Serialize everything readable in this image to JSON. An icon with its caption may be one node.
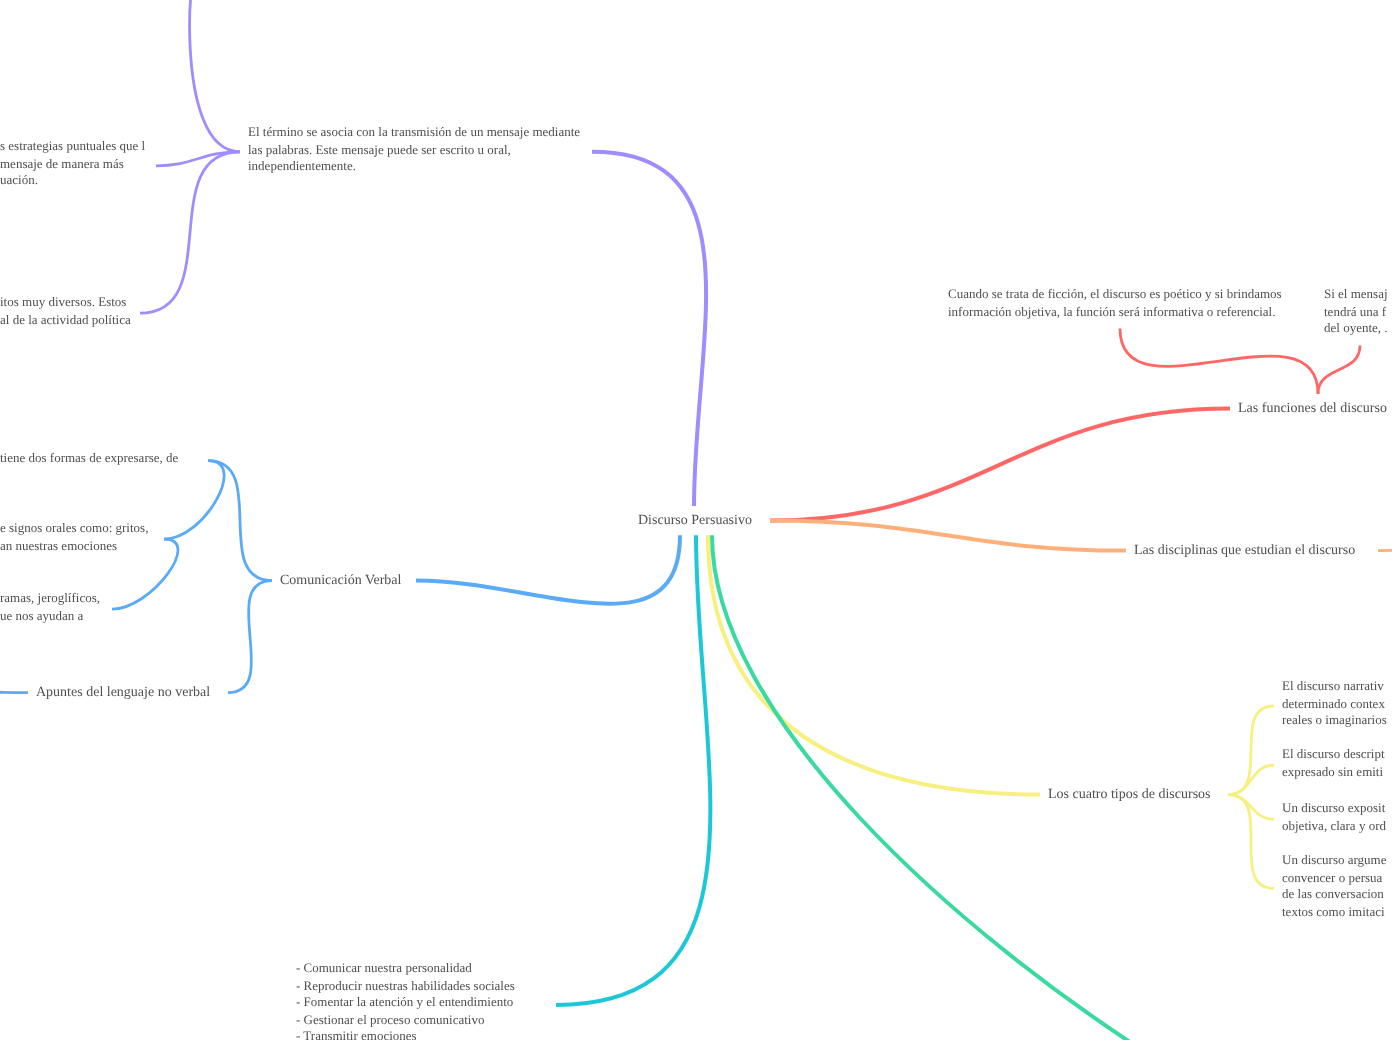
{
  "diagram": {
    "nodes": [
      {
        "text": [
          "Discurso Persuasivo"
        ]
      },
      {
        "text": [
          "El término se asocia con la transmisión de un mensaje mediante las palabras. Este mensaje puede ser escrito u oral, independientemente."
        ]
      },
      {
        "text": [
          "s estrategias puntuales que l mensaje de manera más uación."
        ]
      },
      {
        "text": [
          "itos muy diversos. Estos al de la actividad política"
        ]
      },
      {
        "text": [
          "Comunicación Verbal"
        ]
      },
      {
        "text": [
          "tiene dos formas de expresarse, de"
        ]
      },
      {
        "text": [
          "e signos orales como: gritos, an nuestras emociones"
        ]
      },
      {
        "text": [
          "ramas, jeroglíficos, ue nos ayudan a"
        ]
      },
      {
        "text": [
          "Apuntes del lenguaje no verbal"
        ]
      },
      {
        "text": [
          "Las funciones del discurso"
        ]
      },
      {
        "text": [
          "Cuando se trata de ficción, el discurso es poético y si brindamos información objetiva, la función será informativa o referencial."
        ]
      },
      {
        "text": [
          "Si el mensaj tendrá una f del oyente, ."
        ]
      },
      {
        "text": [
          "Las disciplinas que estudian el discurso"
        ]
      },
      {
        "text": [
          "Los cuatro tipos de discursos"
        ]
      },
      {
        "text": [
          "El discurso narrativ determinado contex reales o imaginarios"
        ]
      },
      {
        "text": [
          "El discurso descript expresado sin emiti"
        ]
      },
      {
        "text": [
          "Un discurso exposit objetiva, clara y ord"
        ]
      },
      {
        "text": [
          "Un discurso argume convencer o persua de las conversacion textos como imitaci"
        ]
      },
      {
        "text": [
          "- Comunicar nuestra personalidad",
          "- Reproducir nuestras habilidades sociales",
          "- Fomentar la atención y el entendimiento",
          "- Gestionar el proceso comunicativo",
          "- Transmitir emociones"
        ]
      }
    ],
    "edges": [
      {
        "from": 0,
        "to": 1,
        "arrow": "none",
        "color": "#a08cff"
      },
      {
        "from": 1,
        "to": null,
        "arrow": "none",
        "color": "#a08cff"
      },
      {
        "from": 1,
        "to": 2,
        "arrow": "none",
        "color": "#a08cff"
      },
      {
        "from": 1,
        "to": 3,
        "arrow": "none",
        "color": "#a08cff"
      },
      {
        "from": 0,
        "to": 4,
        "arrow": "none",
        "color": "#5aaaf5"
      },
      {
        "from": 4,
        "to": 5,
        "arrow": "none",
        "color": "#5aaaf5"
      },
      {
        "from": 5,
        "to": 6,
        "arrow": "none",
        "color": "#5aaaf5"
      },
      {
        "from": 6,
        "to": 7,
        "arrow": "none",
        "color": "#5aaaf5"
      },
      {
        "from": 4,
        "to": 8,
        "arrow": "none",
        "color": "#5aaaf5"
      },
      {
        "from": 8,
        "to": null,
        "arrow": "none",
        "color": "#5aaaf5"
      },
      {
        "from": 0,
        "to": 9,
        "arrow": "none",
        "color": "#ff6666"
      },
      {
        "from": 9,
        "to": 10,
        "arrow": "none",
        "color": "#ff6666"
      },
      {
        "from": 9,
        "to": 11,
        "arrow": "none",
        "color": "#ff6666"
      },
      {
        "from": 0,
        "to": 12,
        "arrow": "none",
        "color": "#ffb07a"
      },
      {
        "from": 12,
        "to": null,
        "arrow": "none",
        "color": "#ffb07a"
      },
      {
        "from": 0,
        "to": 13,
        "arrow": "none",
        "color": "#f7ef80"
      },
      {
        "from": 13,
        "to": 14,
        "arrow": "none",
        "color": "#f7ef80"
      },
      {
        "from": 13,
        "to": 15,
        "arrow": "none",
        "color": "#f7ef80"
      },
      {
        "from": 13,
        "to": 16,
        "arrow": "none",
        "color": "#f7ef80"
      },
      {
        "from": 13,
        "to": 17,
        "arrow": "none",
        "color": "#f7ef80"
      },
      {
        "from": 0,
        "to": 18,
        "arrow": "none",
        "color": "#1cc8d8"
      },
      {
        "from": 0,
        "to": null,
        "arrow": "none",
        "color": "#3ad9a0"
      }
    ]
  }
}
